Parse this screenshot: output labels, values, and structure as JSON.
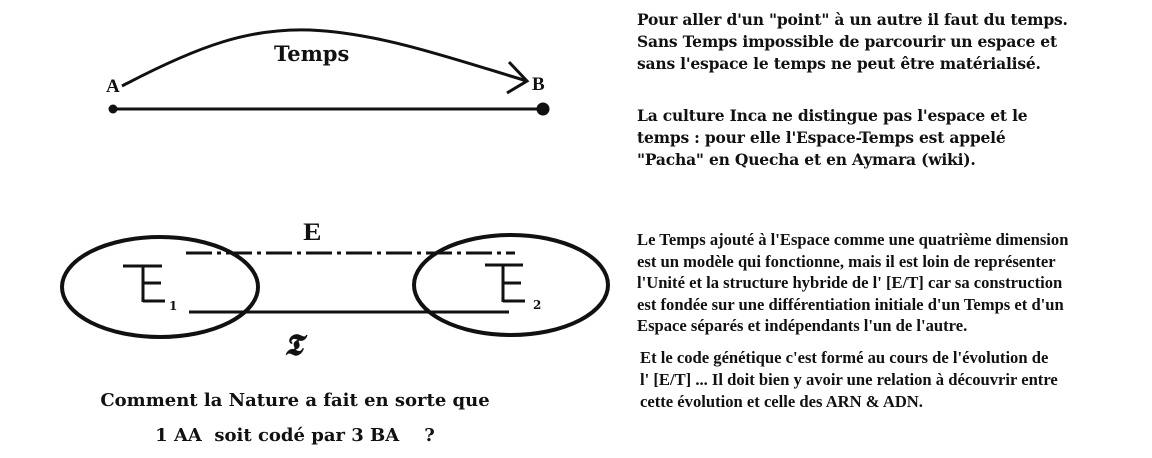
{
  "diagram": {
    "top": {
      "arc_label": "Temps",
      "point_a": "A",
      "point_b": "B"
    },
    "bottom": {
      "space_label": "E",
      "time_label": "𝕿",
      "node_1_subscript": "1",
      "node_2_subscript": "2",
      "node_glyph": "hybrid E/T symbol"
    },
    "question": {
      "line1": "Comment la Nature a fait en sorte que",
      "line2": "1 AA  soit codé par 3 BA    ?"
    }
  },
  "text_blocks": [
    {
      "lines": [
        "Pour aller d'un \"point\" à un autre il faut du temps.",
        "Sans Temps impossible de parcourir un espace et",
        "sans l'espace le temps ne peut être matérialisé."
      ]
    },
    {
      "lines": [
        "La culture Inca ne distingue pas l'espace et le",
        "temps : pour elle l'Espace-Temps est appelé",
        "\"Pacha\" en Quecha et en Aymara (wiki)."
      ]
    },
    {
      "lines": [
        "Le Temps ajouté à l'Espace comme une quatrième dimension",
        "est un modèle qui fonctionne, mais il est loin de représenter",
        "l'Unité et la structure hybride de l' [E/T] car sa construction",
        "est fondée sur une différentiation initiale d'un Temps et d'un",
        "Espace séparés et indépendants l'un de l'autre."
      ]
    },
    {
      "lines": [
        "Et le code génétique c'est formé au cours de l'évolution de",
        "l' [E/T] ... Il doit bien y avoir une relation à découvrir entre",
        "cette évolution et celle des ARN & ADN."
      ]
    }
  ],
  "colors": {
    "ink": "#111111",
    "background": "#ffffff"
  }
}
